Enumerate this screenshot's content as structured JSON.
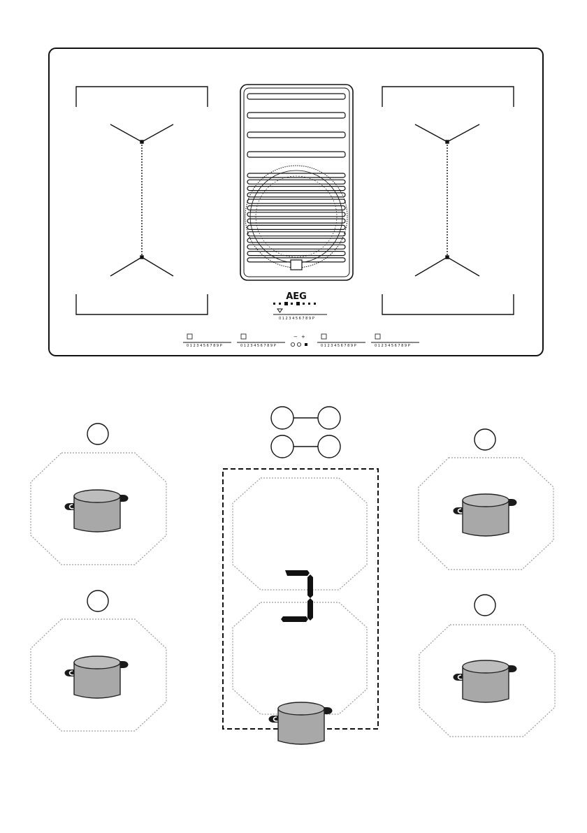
{
  "hob": {
    "brand": "AEG",
    "scale_left_1": "0 1 2 3 4 5 6 7 8 9 P",
    "scale_left_2": "0 1 2 3 4 5 6 7 8 9 P",
    "scale_right_1": "0 1 2 3 4 5 6 7 8 9 P",
    "scale_right_2": "0 1 2 3 4 5 6 7 8 9 P",
    "hood_scale": "0 1 2 3 4 5 6 7 8 9 P",
    "timer_minus": "−",
    "timer_plus": "+"
  },
  "colors": {
    "pot_body": "#a8a8a8",
    "pot_lid": "#bdbdbd",
    "outline": "#222222",
    "zone_dotted": "#9a9a9a"
  }
}
